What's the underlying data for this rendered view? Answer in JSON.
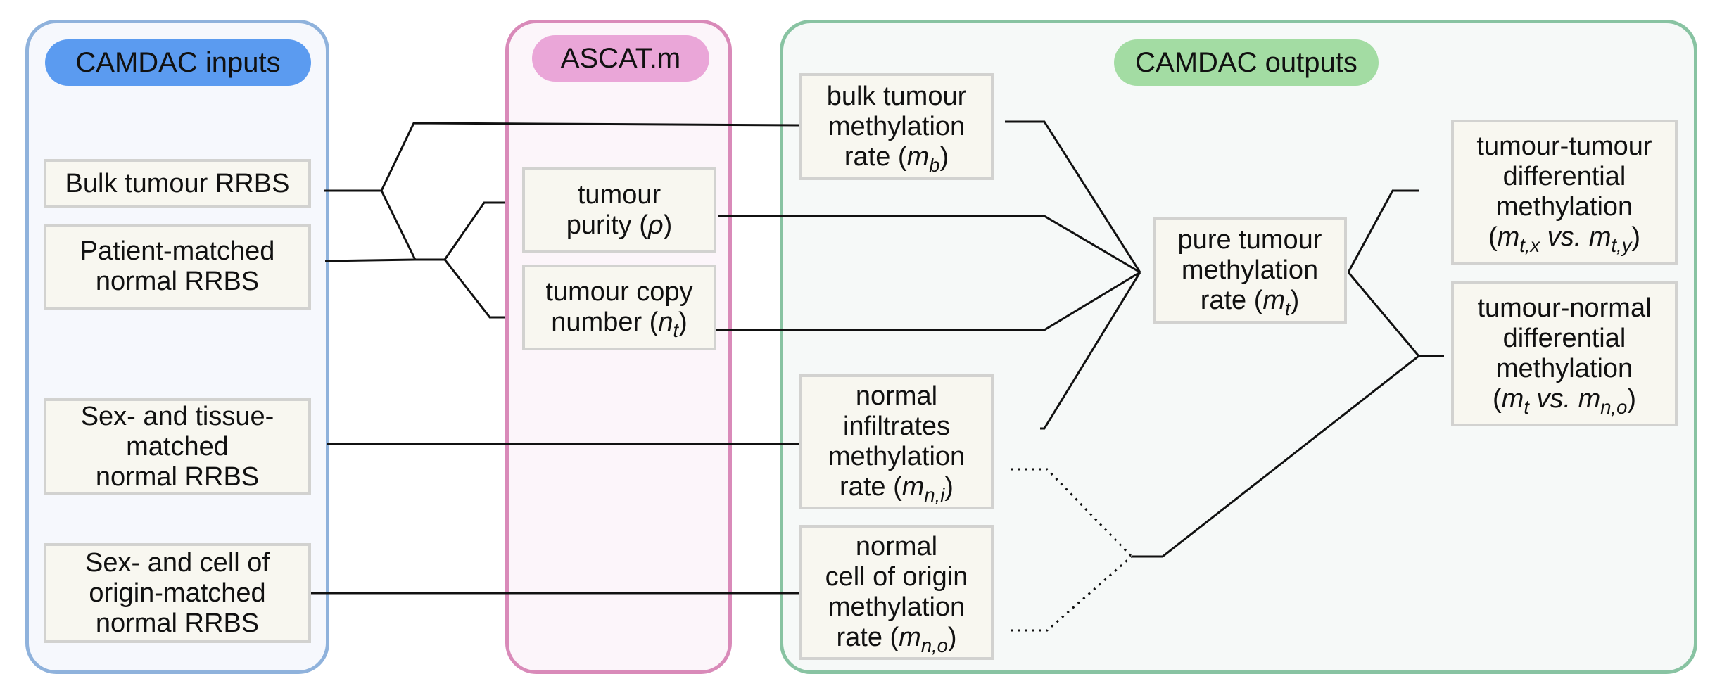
{
  "panels": {
    "inputs": {
      "label": "CAMDAC inputs"
    },
    "ascat": {
      "label": "ASCAT.m"
    },
    "outputs": {
      "label": "CAMDAC outputs"
    }
  },
  "colors": {
    "inputs_border": "#8fb2dc",
    "inputs_pill": "#5b9bf0",
    "ascat_border": "#d98ab9",
    "ascat_pill": "#eaa6d8",
    "outputs_border": "#88c3a2",
    "outputs_pill": "#a3dca3",
    "node_fill": "#f8f7f0",
    "node_border": "#d2d2d0"
  },
  "inputs": {
    "bulk": "Bulk tumour RRBS",
    "patient_normal": [
      "Patient-matched",
      "normal RRBS"
    ],
    "tissue_normal": [
      "Sex- and tissue-",
      "matched",
      "normal RRBS"
    ],
    "origin_normal": [
      "Sex- and cell of",
      "origin-matched",
      "normal RRBS"
    ]
  },
  "ascat": {
    "purity": {
      "line1": "tumour",
      "line2": "purity (",
      "symbol": "ρ",
      "close": ")"
    },
    "copy_number": {
      "line1": "tumour copy",
      "line2": "number (",
      "symbol": "n",
      "sub": "t",
      "close": ")"
    }
  },
  "outputs": {
    "bulk_meth": {
      "line1": "bulk tumour",
      "line2": "methylation",
      "line3": "rate (",
      "symbol": "m",
      "sub": "b",
      "close": ")"
    },
    "infiltrates": {
      "line1": "normal",
      "line2": "infiltrates",
      "line3": "methylation",
      "line4": "rate (",
      "symbol": "m",
      "sub": "n,i",
      "close": ")"
    },
    "cell_origin": {
      "line1": "normal",
      "line2": "cell of origin",
      "line3": "methylation",
      "line4": "rate (",
      "symbol": "m",
      "sub": "n,o",
      "close": ")"
    },
    "pure": {
      "line1": "pure tumour",
      "line2": "methylation",
      "line3": "rate (",
      "symbol": "m",
      "sub": "t",
      "close": ")"
    },
    "tt_diff": {
      "line1": "tumour-tumour",
      "line2": "differential",
      "line3": "methylation",
      "open": "(",
      "sym1": "m",
      "sub1": "t,x",
      "vs": " vs. ",
      "sym2": "m",
      "sub2": "t,y",
      "close": ")"
    },
    "tn_diff": {
      "line1": "tumour-normal",
      "line2": "differential",
      "line3": "methylation",
      "open": "(",
      "sym1": "m",
      "sub1": "t",
      "vs": " vs. ",
      "sym2": "m",
      "sub2": "n,o",
      "close": ")"
    }
  }
}
